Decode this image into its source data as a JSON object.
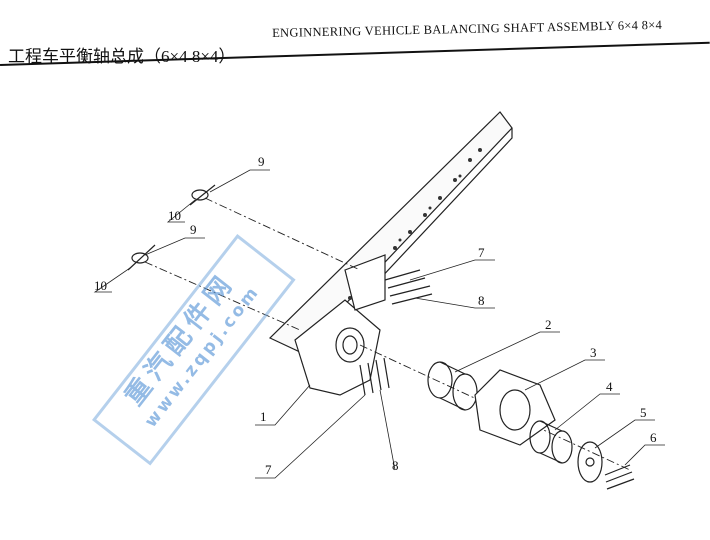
{
  "header": {
    "title_cn": "工程车平衡轴总成（6×4 8×4）",
    "title_en": "ENGINNERING VEHICLE BALANCING SHAFT ASSEMBLY 6×4 8×4"
  },
  "callouts": [
    {
      "id": "c9a",
      "text": "9"
    },
    {
      "id": "c10a",
      "text": "10"
    },
    {
      "id": "c9b",
      "text": "9"
    },
    {
      "id": "c10b",
      "text": "10"
    },
    {
      "id": "c7a",
      "text": "7"
    },
    {
      "id": "c8a",
      "text": "8"
    },
    {
      "id": "c2",
      "text": "2"
    },
    {
      "id": "c3",
      "text": "3"
    },
    {
      "id": "c4",
      "text": "4"
    },
    {
      "id": "c5",
      "text": "5"
    },
    {
      "id": "c1",
      "text": "1"
    },
    {
      "id": "c6",
      "text": "6"
    },
    {
      "id": "c7b",
      "text": "7"
    },
    {
      "id": "c8b",
      "text": "8"
    }
  ],
  "watermark": {
    "name": "重汽配件网",
    "url": "www.zqpj.com"
  }
}
